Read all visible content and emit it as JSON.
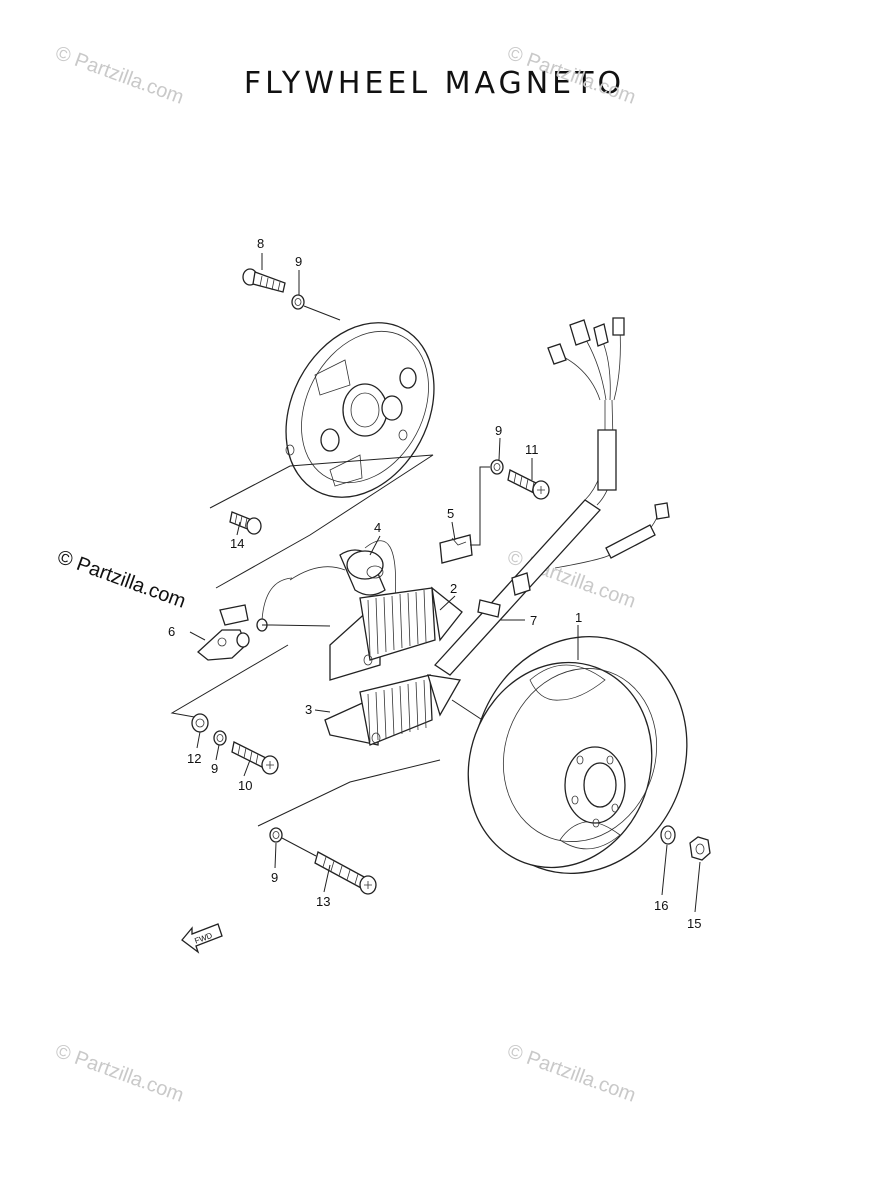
{
  "title": "FLYWHEEL MAGNETO",
  "watermarks": [
    {
      "text": "© Partzilla.com"
    },
    {
      "text": "© Partzilla.com"
    },
    {
      "text": "© Partzilla.com"
    },
    {
      "text": "© Partzilla.com"
    },
    {
      "text": "© Partzilla.com"
    },
    {
      "text": "© Partzilla.com"
    }
  ],
  "callouts": {
    "c1": "1",
    "c2": "2",
    "c3": "3",
    "c4": "4",
    "c5": "5",
    "c6": "6",
    "c7": "7",
    "c8": "8",
    "c9a": "9",
    "c9b": "9",
    "c9c": "9",
    "c9d": "9",
    "c10": "10",
    "c11": "11",
    "c12": "12",
    "c13": "13",
    "c14": "14",
    "c15": "15",
    "c16": "16"
  },
  "fwd_label": "FWD",
  "colors": {
    "line": "#222222",
    "watermark": "#c9c9c9"
  }
}
